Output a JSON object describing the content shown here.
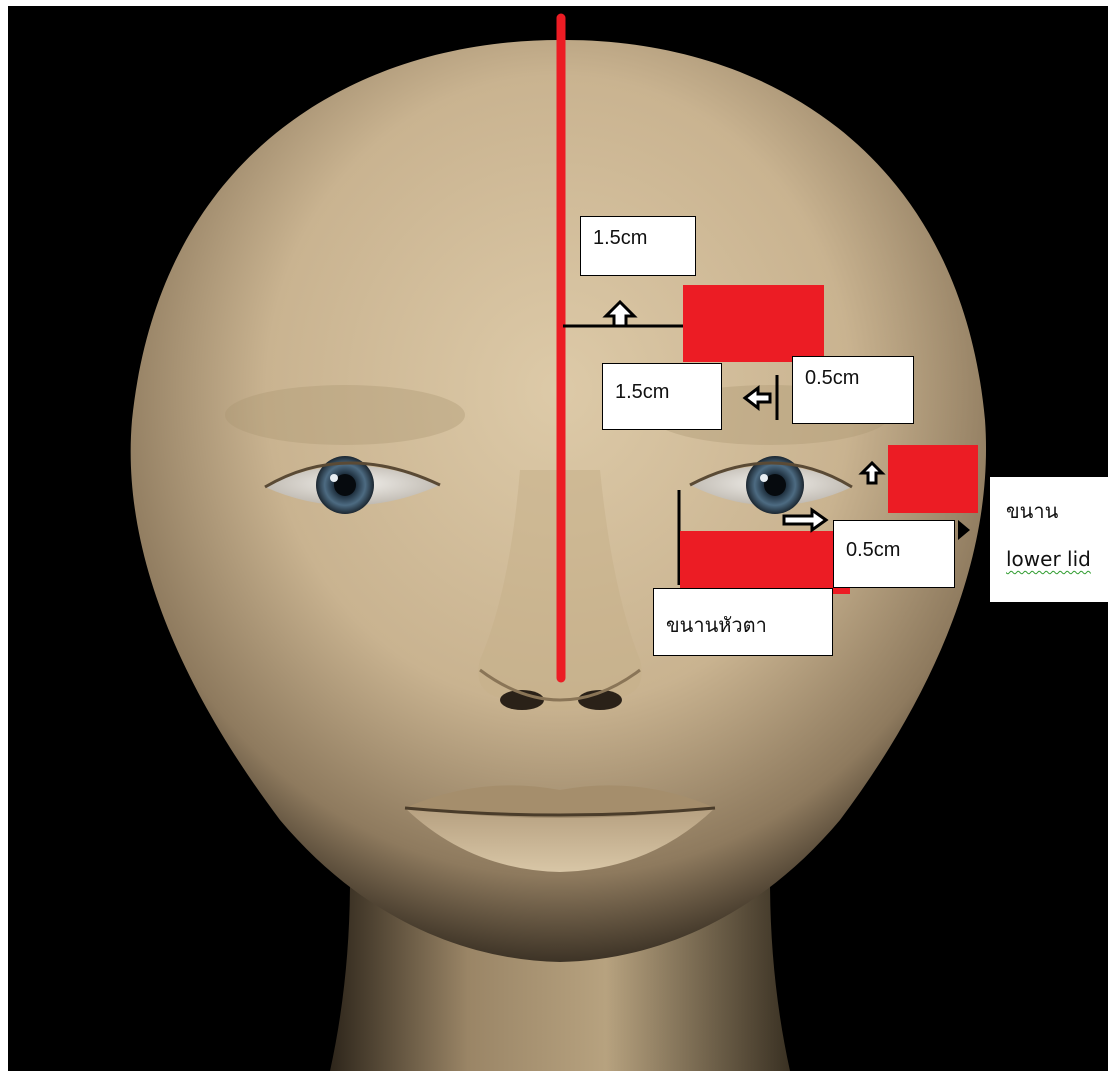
{
  "labels": {
    "brow_height": "1.5cm",
    "brow_inner": "1.5cm",
    "brow_gap": "0.5cm",
    "lid_gap": "0.5cm",
    "inner_corner_lash": "ขนานหัวตา",
    "lower_lid_line1": "ขนาน",
    "lower_lid_line2": "lower lid"
  },
  "colors": {
    "marker_red": "#ec1c24",
    "background": "#000000",
    "skin": "#d2bd9c",
    "label_border": "#000000"
  },
  "icons": {
    "arrow_up_brow": "outline-up-arrow-icon",
    "arrow_left_brow": "outline-left-arrow-icon",
    "arrow_up_lid": "outline-up-arrow-icon",
    "arrow_right_lid": "outline-right-arrow-icon"
  }
}
